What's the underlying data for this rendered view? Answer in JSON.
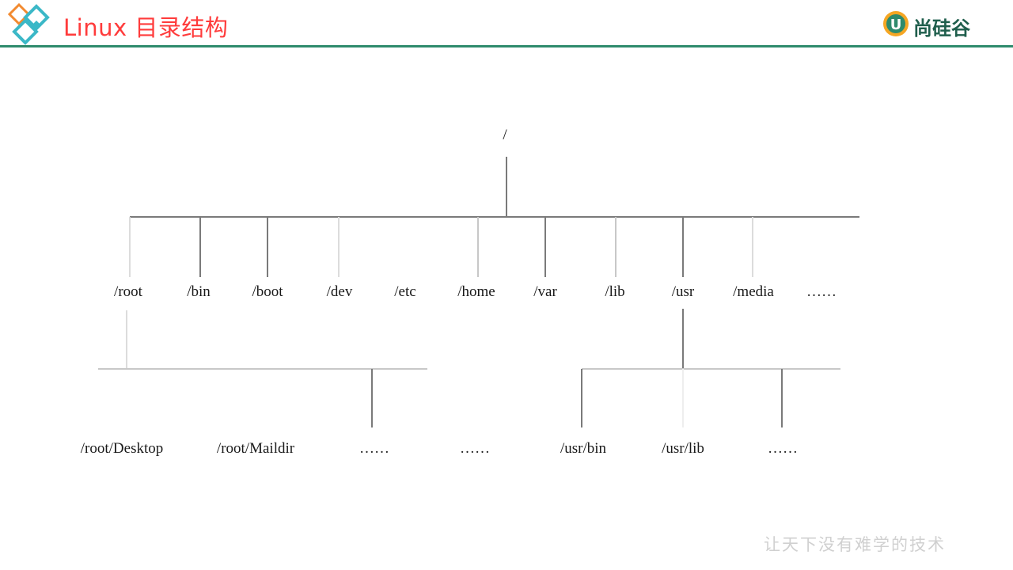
{
  "header": {
    "title": "Linux 目录结构",
    "brand_name": "尚硅谷",
    "brand_badge_letter": "U",
    "accent_color": "#2e8a6c",
    "title_color": "#ff3b3b"
  },
  "tree": {
    "root": "/",
    "level1": [
      "/root",
      "/bin",
      "/boot",
      "/dev",
      "/etc",
      "/home",
      "/var",
      "/lib",
      "/usr",
      "/media",
      "……"
    ],
    "root_children": [
      "/root/Desktop",
      "/root/Maildir",
      "……",
      "……"
    ],
    "usr_children": [
      "/usr/bin",
      "/usr/lib",
      "……"
    ]
  },
  "footer": {
    "watermark": "让天下没有难学的技术"
  }
}
